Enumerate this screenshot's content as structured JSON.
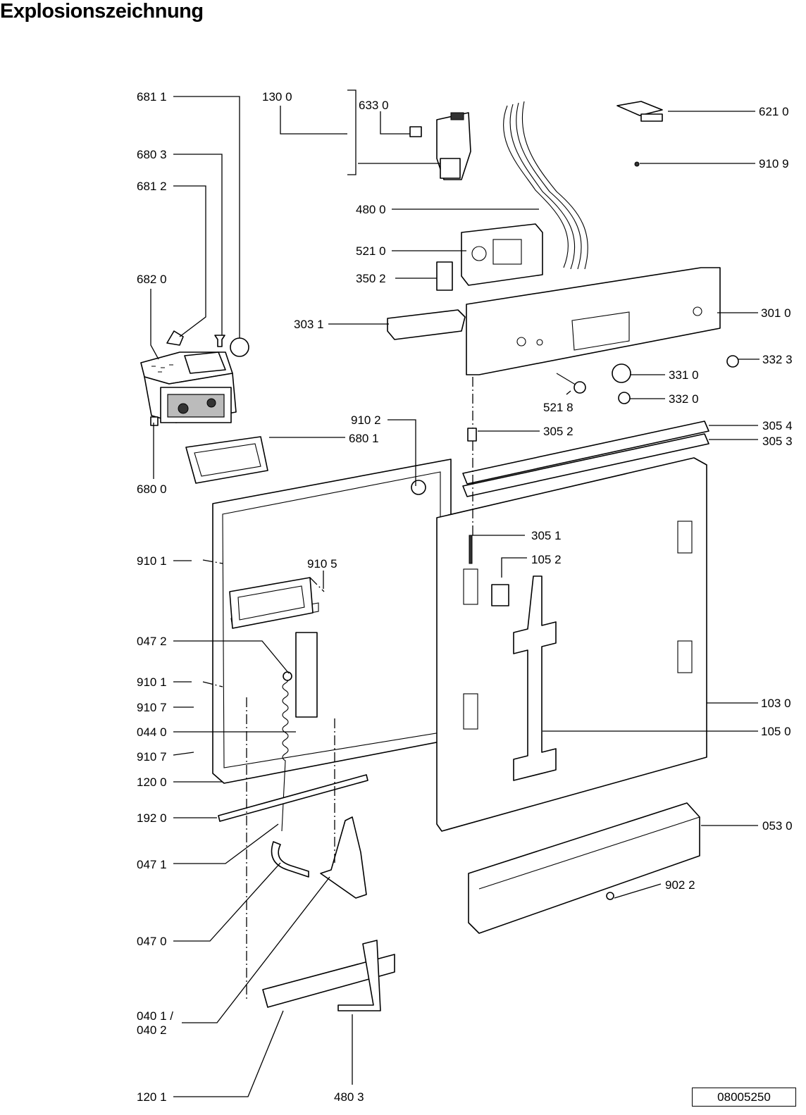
{
  "title": "Explosionszeichnung",
  "document_number": "08005250",
  "labels": {
    "p6811": "681 1",
    "p1300": "130 0",
    "p6330": "633 0",
    "p6210": "621 0",
    "p6803": "680 3",
    "p9109": "910 9",
    "p6812": "681 2",
    "p4800": "480 0",
    "p5210": "521 0",
    "p6820": "682 0",
    "p3502": "350 2",
    "p3031": "303 1",
    "p3010": "301 0",
    "p3323": "332 3",
    "p3310": "331 0",
    "p5218": "521 8",
    "p3320": "332 0",
    "p9102": "910 2",
    "p3052": "305 2",
    "p3054": "305 4",
    "p6801": "680 1",
    "p3053": "305 3",
    "p6800": "680 0",
    "p3051": "305 1",
    "p9101a": "910 1",
    "p9105": "910 5",
    "p1052": "105 2",
    "p0472": "047 2",
    "p9101b": "910 1",
    "p9107a": "910 7",
    "p0440": "044 0",
    "p9107b": "910 7",
    "p1030": "103 0",
    "p1050": "105 0",
    "p1200": "120 0",
    "p1920": "192 0",
    "p0530": "053 0",
    "p0471": "047 1",
    "p9022": "902 2",
    "p0470": "047 0",
    "p0401a": "040 1 /",
    "p0401b": "040 2",
    "p1201": "120 1",
    "p4803": "480 3"
  }
}
